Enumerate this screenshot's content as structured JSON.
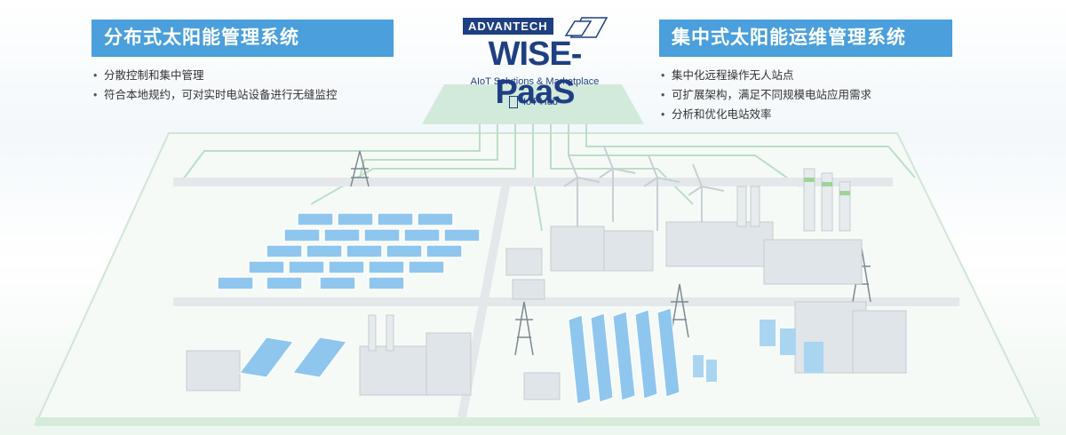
{
  "left_panel": {
    "title": "分布式太阳能管理系统",
    "items": [
      "分散控制和集中管理",
      "符合本地规约，可对实时电站设备进行无缝监控"
    ]
  },
  "right_panel": {
    "title": "集中式太阳能运维管理系统",
    "items": [
      "集中化远程操作无人站点",
      "可扩展架构，满足不同规模电站应用需求",
      "分析和优化电站效率"
    ]
  },
  "logo": {
    "brand": "ADVANTECH",
    "product": "WISE-PaaS",
    "tagline": "AIoT Solutions & Marketplace",
    "hub": "IoT Hub"
  },
  "colors": {
    "panel_header": "#4a9fdc",
    "brand_blue": "#1e3f82",
    "solar_blue": "#8fc6ee",
    "connection_green": "#b9dfc6",
    "building_gray": "#dfe5e8"
  },
  "icons": [
    "wise-paas-logo-icon",
    "iot-hub-icon",
    "solar-panel-icon",
    "wind-turbine-icon",
    "power-tower-icon",
    "factory-icon",
    "truck-icon"
  ]
}
